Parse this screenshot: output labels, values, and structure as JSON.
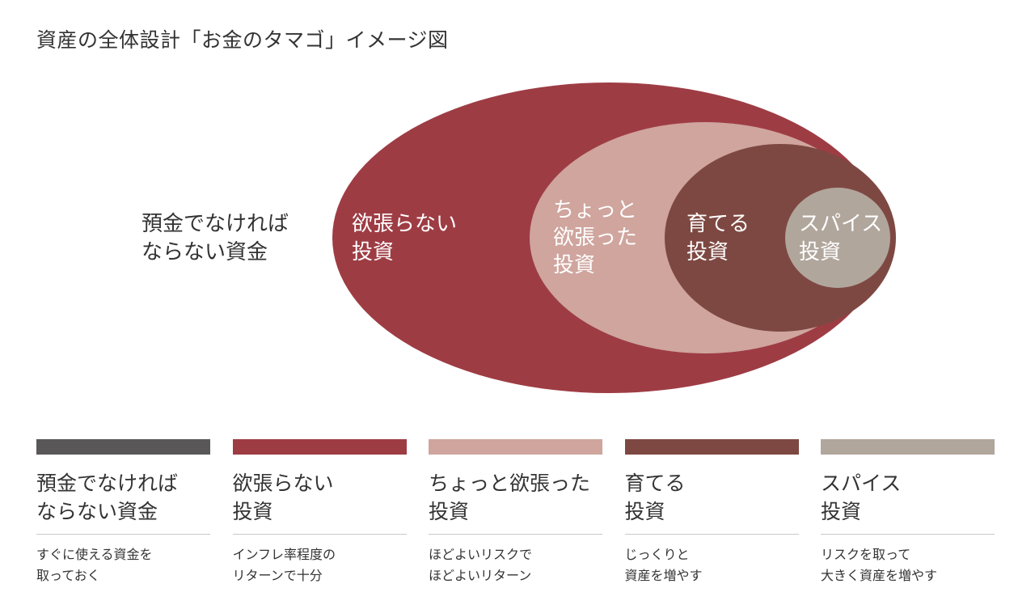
{
  "title": "資産の全体設計「お金のタマゴ」イメージ図",
  "colors": {
    "gray": "#595757",
    "red": "#9e3c44",
    "pink": "#cfa59e",
    "brown": "#7e4842",
    "taupe": "#b1a69c",
    "text": "#333333"
  },
  "diagram": {
    "outside_label": [
      "預金でなければ",
      "ならない資金"
    ],
    "egg1_label": [
      "欲張らない",
      "投資"
    ],
    "egg2_label": [
      "ちょっと",
      "欲張った",
      "投資"
    ],
    "egg3_label": [
      "育てる",
      "投資"
    ],
    "egg4_label": [
      "スパイス",
      "投資"
    ]
  },
  "legend": [
    {
      "name": "預金でなければ\nならない資金",
      "desc": "すぐに使える資金を\n取っておく",
      "color": "#595757"
    },
    {
      "name": "欲張らない\n投資",
      "desc": "インフレ率程度の\nリターンで十分",
      "color": "#9e3c44"
    },
    {
      "name": "ちょっと欲張った\n投資",
      "desc": "ほどよいリスクで\nほどよいリターン",
      "color": "#cfa59e"
    },
    {
      "name": "育てる\n投資",
      "desc": "じっくりと\n資産を増やす",
      "color": "#7e4842"
    },
    {
      "name": "スパイス\n投資",
      "desc": "リスクを取って\n大きく資産を増やす",
      "color": "#b1a69c"
    }
  ]
}
